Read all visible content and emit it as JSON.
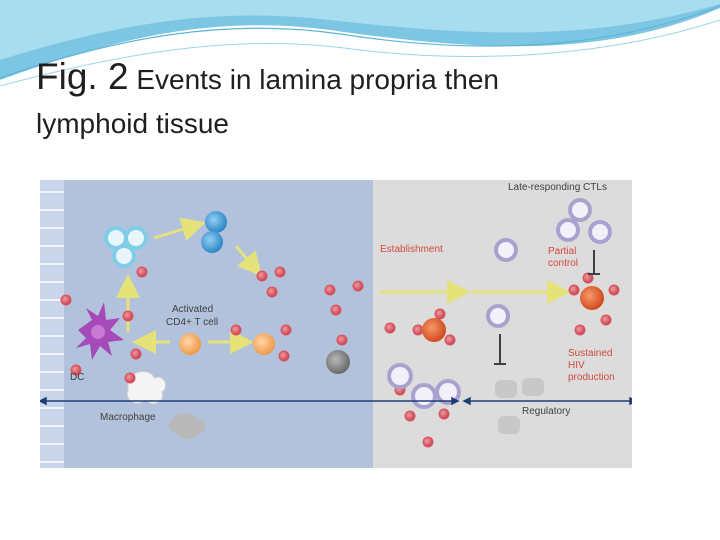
{
  "slide": {
    "title_prefix": "Fig. 2",
    "title_rest": " Events in lamina propria then",
    "title_line2": "lymphoid tissue"
  },
  "diagram": {
    "labels": {
      "activated_line1": "Activated",
      "activated_line2": "CD4+ T cell",
      "dc": "DC",
      "macrophage": "Macrophage",
      "establishment": "Establishment",
      "late_ctls": "Late-responding CTLs",
      "partial_line1": "Partial",
      "partial_line2": "control",
      "sustained_line1": "Sustained",
      "sustained_line2": "HIV",
      "sustained_line3": "production",
      "regulatory": "Regulatory"
    },
    "colors": {
      "left_panel": "#b3c2dc",
      "right_panel": "#dcdcdc",
      "arrow": "#e6e27a",
      "label_red": "#d24a3c",
      "label_dark": "#404040",
      "timeline": "#1f3d7a",
      "virus": "#d9535f"
    }
  }
}
